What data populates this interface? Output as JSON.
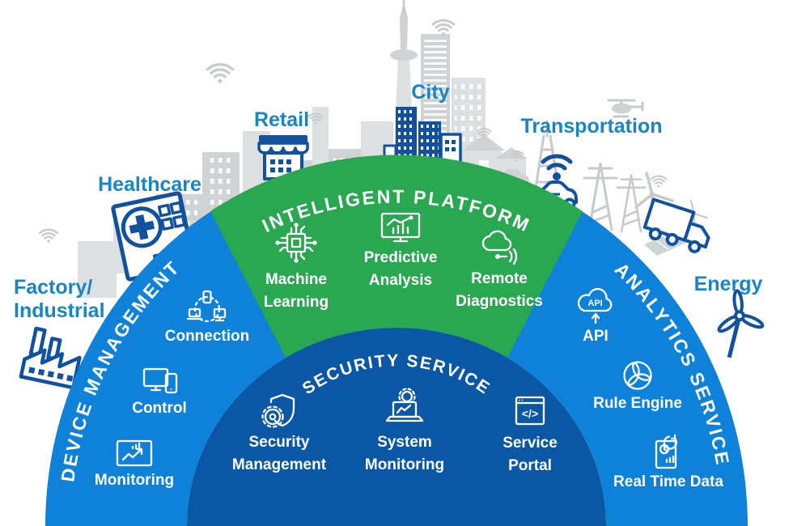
{
  "diagram": {
    "industries": [
      {
        "id": "factory-industrial",
        "icon": "factory-icon",
        "label_lines": [
          "Factory/",
          "Industrial"
        ]
      },
      {
        "id": "healthcare",
        "icon": "hospital-icon",
        "label_lines": [
          "Healthcare"
        ]
      },
      {
        "id": "retail",
        "icon": "storefront-icon",
        "label_lines": [
          "Retail"
        ]
      },
      {
        "id": "city",
        "icon": "city-buildings-icon",
        "label_lines": [
          "City"
        ]
      },
      {
        "id": "transportation",
        "icon": "connected-car-icon",
        "label_lines": [
          "Transportation"
        ]
      },
      {
        "id": "energy",
        "icon": "wind-turbine-icon",
        "label_lines": [
          "Energy"
        ]
      }
    ],
    "sectors": {
      "device_management": {
        "title": "DEVICE MANAGEMENT",
        "items": [
          {
            "icon": "connection-icon",
            "label_lines": [
              "Connection"
            ]
          },
          {
            "icon": "control-icon",
            "label_lines": [
              "Control"
            ]
          },
          {
            "icon": "monitoring-icon",
            "label_lines": [
              "Monitoring"
            ]
          }
        ]
      },
      "intelligent_platform": {
        "title": "INTELLIGENT PLATFORM",
        "items": [
          {
            "icon": "machine-learning-icon",
            "label_lines": [
              "Machine",
              "Learning"
            ]
          },
          {
            "icon": "predictive-analysis-icon",
            "label_lines": [
              "Predictive",
              "Analysis"
            ]
          },
          {
            "icon": "remote-diagnostics-icon",
            "label_lines": [
              "Remote",
              "Diagnostics"
            ]
          }
        ]
      },
      "analytics_service": {
        "title": "ANALYTICS SERVICE",
        "items": [
          {
            "icon": "api-cloud-icon",
            "icon_text": "API",
            "label_lines": [
              "API"
            ]
          },
          {
            "icon": "rule-engine-icon",
            "label_lines": [
              "Rule Engine"
            ]
          },
          {
            "icon": "real-time-data-icon",
            "label_lines": [
              "Real Time Data"
            ]
          }
        ]
      },
      "security_service": {
        "title": "SECURITY SERVICE",
        "items": [
          {
            "icon": "security-management-icon",
            "label_lines": [
              "Security",
              "Management"
            ]
          },
          {
            "icon": "system-monitoring-icon",
            "label_lines": [
              "System",
              "Monitoring"
            ]
          },
          {
            "icon": "service-portal-icon",
            "icon_text": "</>",
            "label_lines": [
              "Service",
              "Portal"
            ]
          }
        ]
      }
    },
    "colors": {
      "ring_blue": "#0d82d8",
      "inner_dark_blue": "#0a57a6",
      "platform_green": "#2aa751",
      "industry_label_blue": "#1886c3",
      "icon_navy": "#11519e",
      "skyline_gray": "#cfd3d4",
      "text_white": "#ffffff"
    }
  }
}
